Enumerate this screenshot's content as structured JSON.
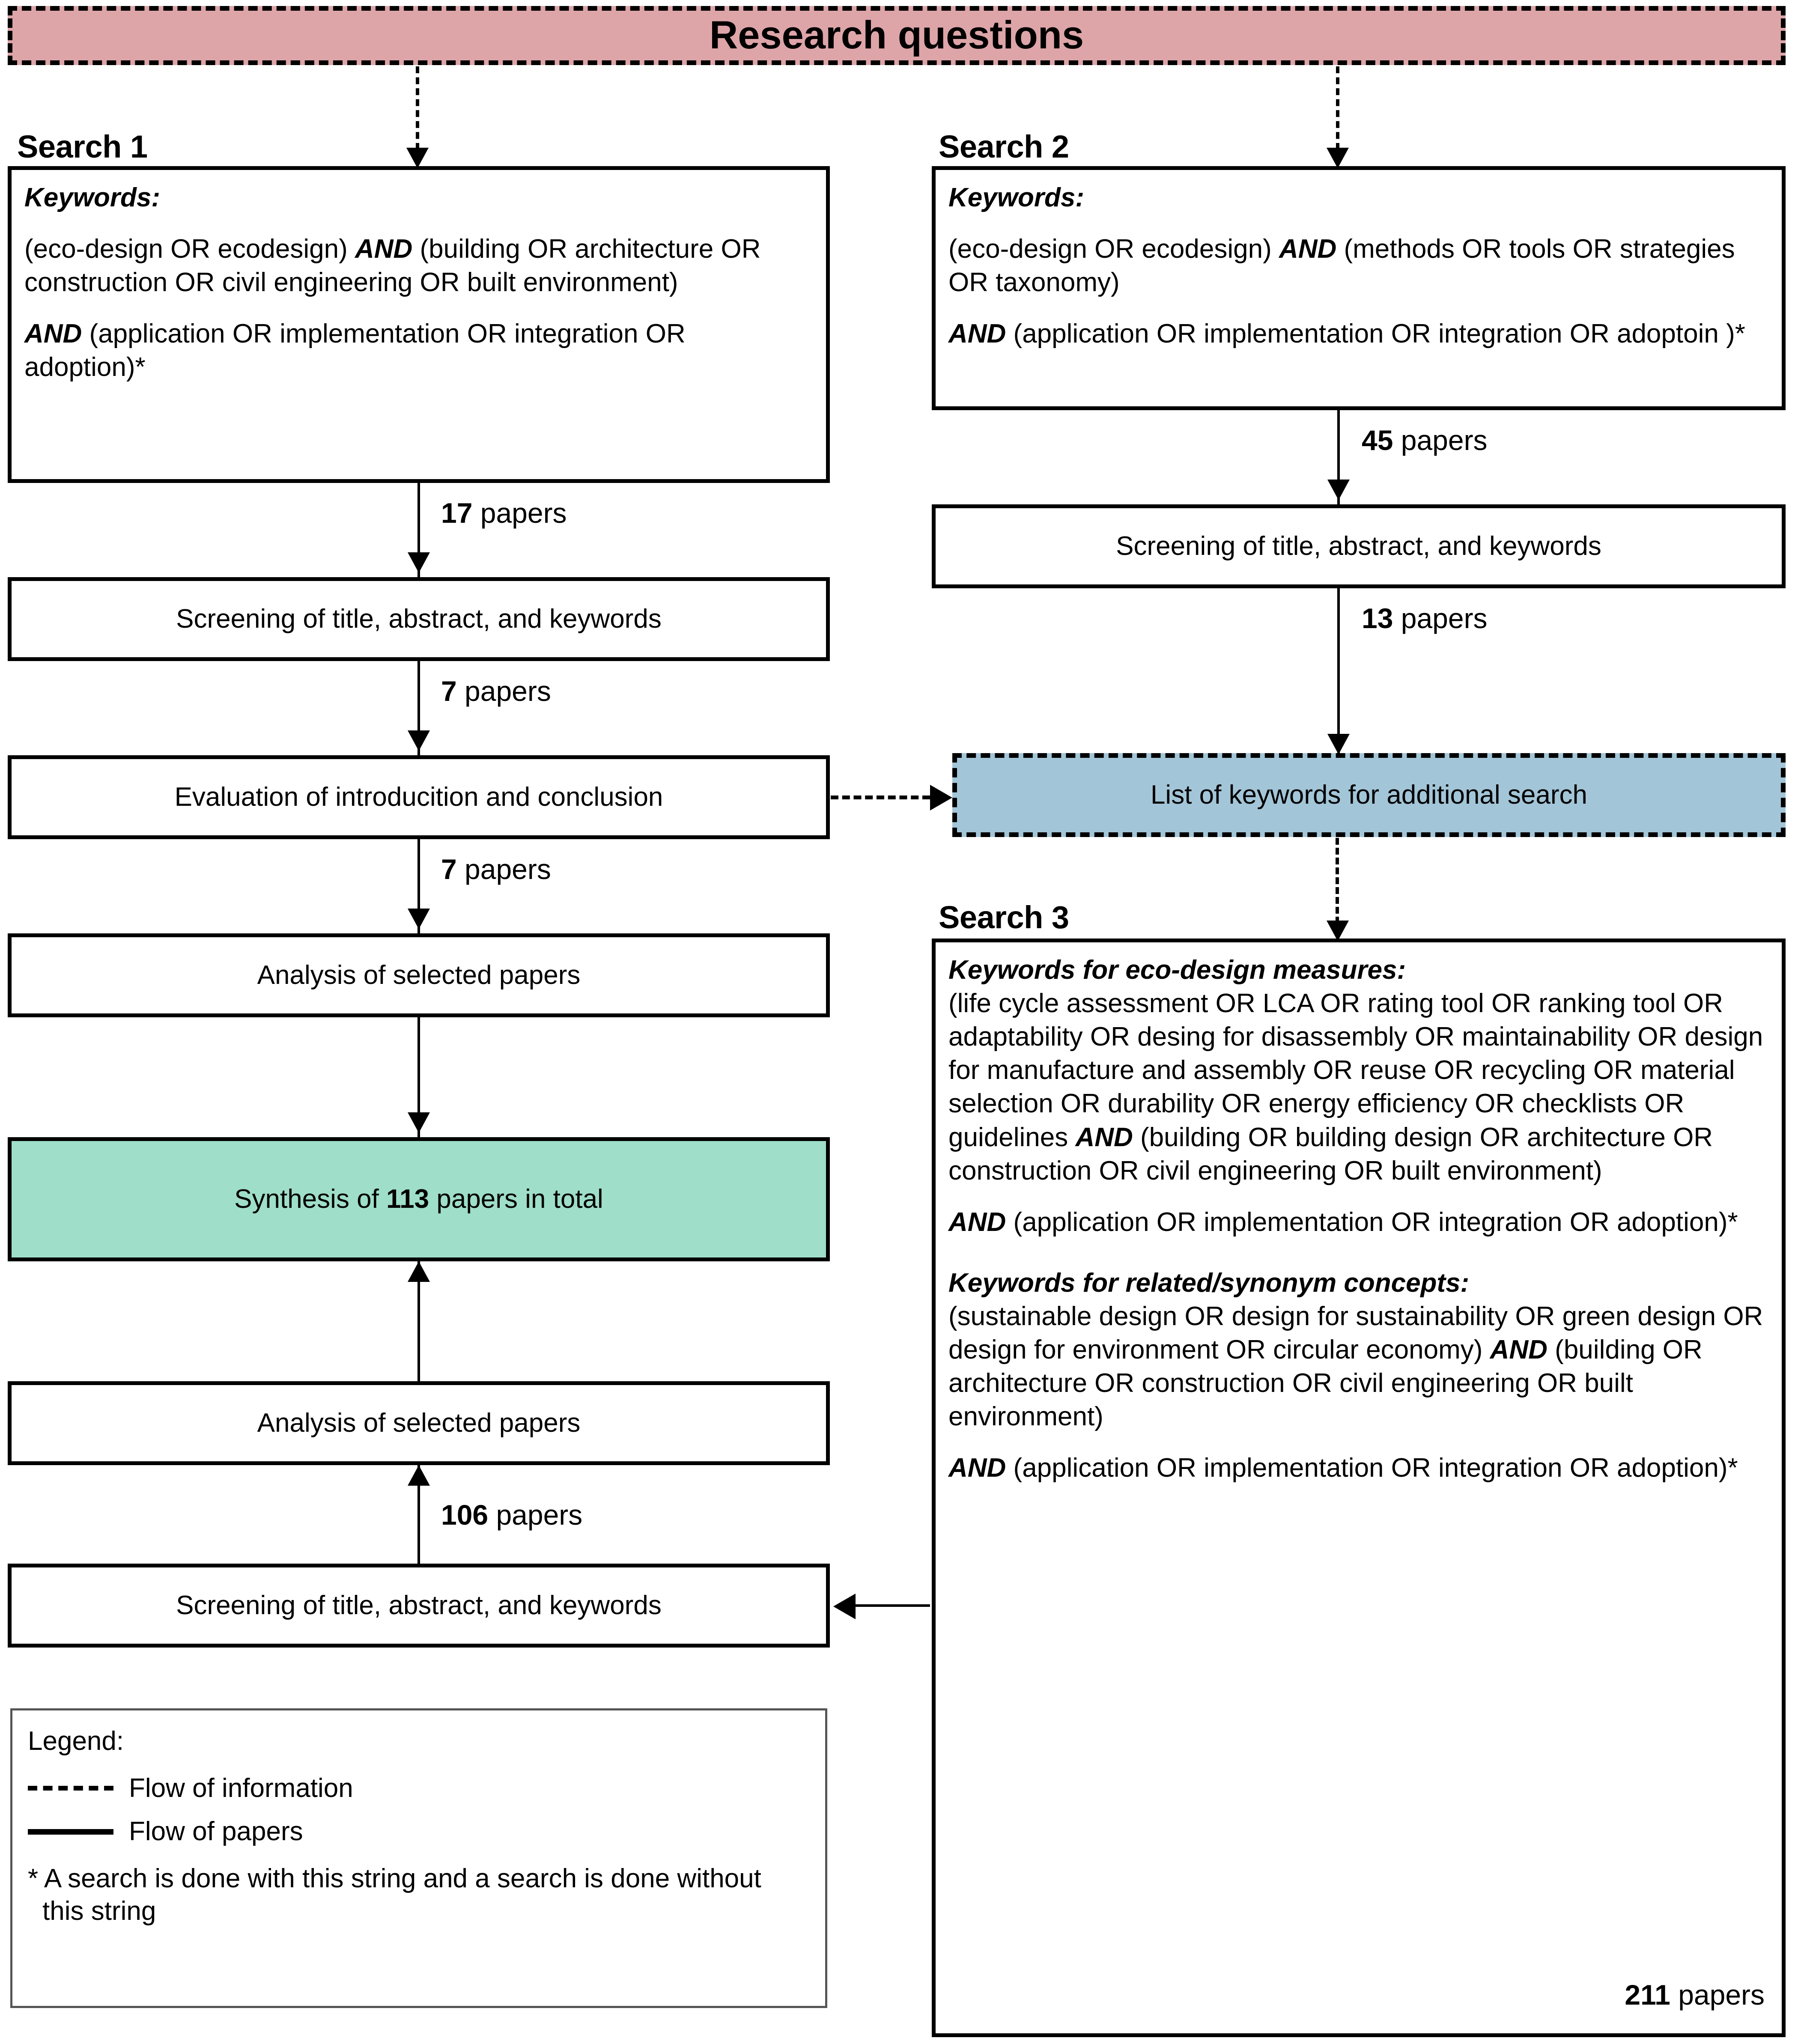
{
  "banner": {
    "title": "Research questions"
  },
  "search1": {
    "heading": "Search 1",
    "keywords_label": "Keywords:",
    "line1_a": "(eco-design OR ecodesign) ",
    "line1_and": "AND",
    "line1_b": " (building OR architecture OR construction OR civil engineering OR built environment)",
    "line2_and": "AND",
    "line2_b": " (application OR implementation OR integration OR adoption)*",
    "edge1": {
      "count": "17",
      "unit": " papers"
    },
    "step1": "Screening of title, abstract, and keywords",
    "edge2": {
      "count": "7",
      "unit": " papers"
    },
    "step2": "Evaluation of introducition and conclusion",
    "edge3": {
      "count": "7",
      "unit": " papers"
    },
    "step3": "Analysis of selected papers"
  },
  "synthesis": {
    "prefix": "Synthesis of ",
    "count": "113",
    "suffix": " papers in total"
  },
  "left_lower": {
    "analysis": "Analysis of selected papers",
    "edge_106": {
      "count": "106",
      "unit": " papers"
    },
    "screening": "Screening of title, abstract, and keywords"
  },
  "search2": {
    "heading": "Search 2",
    "keywords_label": "Keywords:",
    "line1_a": "(eco-design OR ecodesign) ",
    "line1_and": "AND",
    "line1_b": " (methods OR tools OR strategies OR taxonomy)",
    "line2_and": "AND",
    "line2_b": " (application OR implementation OR integration OR adoptoin )*",
    "edge1": {
      "count": "45",
      "unit": " papers"
    },
    "step1": "Screening of title, abstract, and keywords",
    "edge2": {
      "count": "13",
      "unit": " papers"
    }
  },
  "keyword_list_box": {
    "label": "List of keywords for additional search"
  },
  "search3": {
    "heading": "Search 3",
    "measures_label": "Keywords for eco-design measures:",
    "measures_a": "(life cycle assessment OR LCA OR rating tool OR ranking tool OR adaptability OR desing for disassembly OR maintainability OR design for manufacture and assembly OR reuse OR recycling OR material selection OR durability OR energy efficiency OR checklists OR guidelines ",
    "measures_and": "AND",
    "measures_b": " (building OR building design OR architecture OR construction OR civil engineering OR built environment)",
    "measures_and2": "AND",
    "measures_b2": " (application OR implementation OR integration OR adoption)*",
    "synonym_label": "Keywords for related/synonym concepts:",
    "synonym_a": "(sustainable design OR design for sustainability OR green design OR design for environment OR circular economy) ",
    "synonym_and": "AND",
    "synonym_b": " (building OR architecture OR construction OR civil engineering OR built environment)",
    "synonym_and2": "AND",
    "synonym_b2": " (application OR implementation OR integration OR adoption)*",
    "result": {
      "count": "211",
      "unit": " papers"
    }
  },
  "legend": {
    "title": "Legend:",
    "items": [
      {
        "style": "dashed",
        "label": "Flow of information"
      },
      {
        "style": "solid",
        "label": "Flow of papers"
      }
    ],
    "note": "* A search is done with this string and a search is done without this string"
  },
  "colors": {
    "research_questions": "#dda5a8",
    "keyword_list": "#a3c5d8",
    "synthesis": "#9fdec9",
    "line": "#000000"
  }
}
